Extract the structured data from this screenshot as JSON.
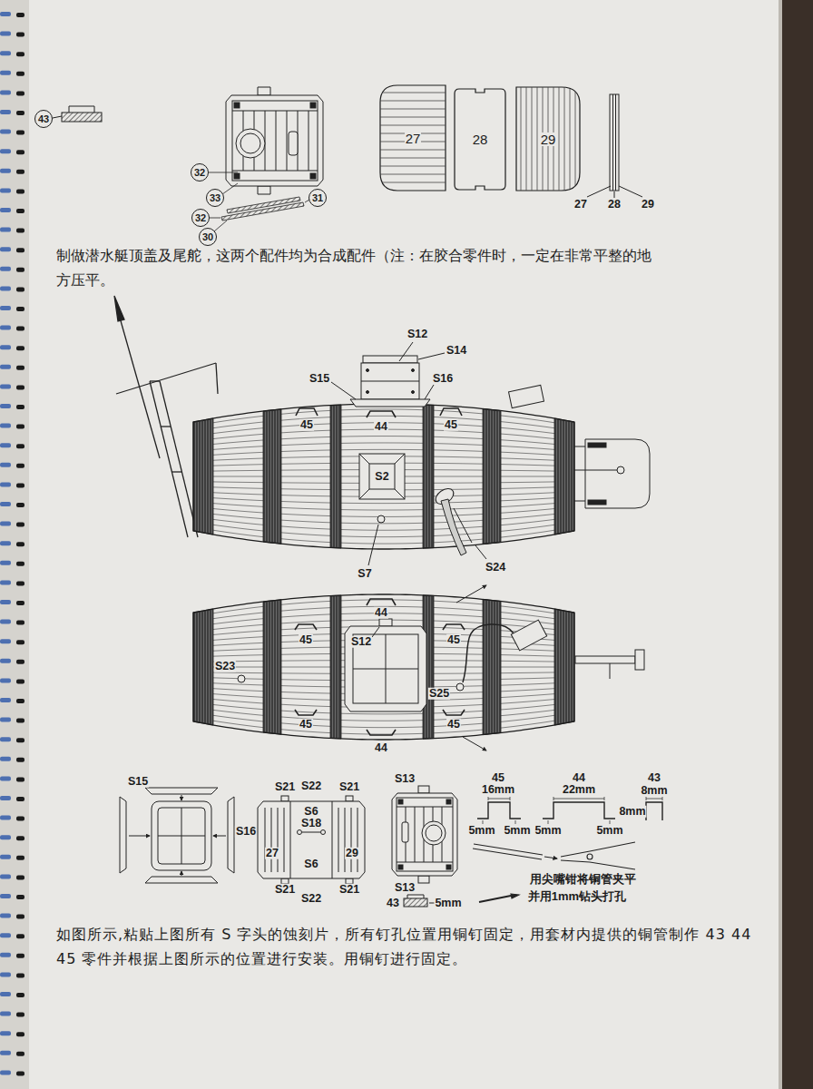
{
  "diagram": {
    "nodes": [
      {
        "text": [
          "43"
        ]
      },
      {
        "text": [
          "32"
        ]
      },
      {
        "text": [
          "33"
        ]
      },
      {
        "text": [
          "32"
        ]
      },
      {
        "text": [
          "30"
        ]
      },
      {
        "text": [
          "31"
        ]
      },
      {
        "text": [
          "27"
        ]
      },
      {
        "text": [
          "28"
        ]
      },
      {
        "text": [
          "29"
        ]
      }
    ],
    "labels": [
      "27",
      "28",
      "29",
      "制做潜水艇顶盖及尾舵，这两个配件均为合成配件（注：在胶合零件时，一定在非常平整的地方压平。",
      "S12",
      "S14",
      "S15",
      "S16",
      "45",
      "44",
      "45",
      "S2",
      "S7",
      "S24",
      "44",
      "45",
      "S12",
      "45",
      "S23",
      "S25",
      "45",
      "45",
      "44",
      "S15",
      "S16",
      "S21",
      "S22",
      "S21",
      "S6",
      "S18",
      "27",
      "29",
      "S6",
      "S21",
      "S22",
      "S21",
      "S13",
      "S13",
      "43",
      "5mm",
      "45",
      "16mm",
      "5mm",
      "5mm",
      "44",
      "22mm",
      "5mm",
      "5mm",
      "43",
      "8mm",
      "8mm",
      "用尖嘴钳将铜管夹平",
      "并用1mm钻头打孔",
      "如图所示,粘贴上图所有 S 字头的蚀刻片，所有钉孔位置用铜钉固定，用套材内提供的铜管制作 43 44 45 零件并根据上图所示的位置进行安装。用铜钉进行固定。"
    ]
  }
}
